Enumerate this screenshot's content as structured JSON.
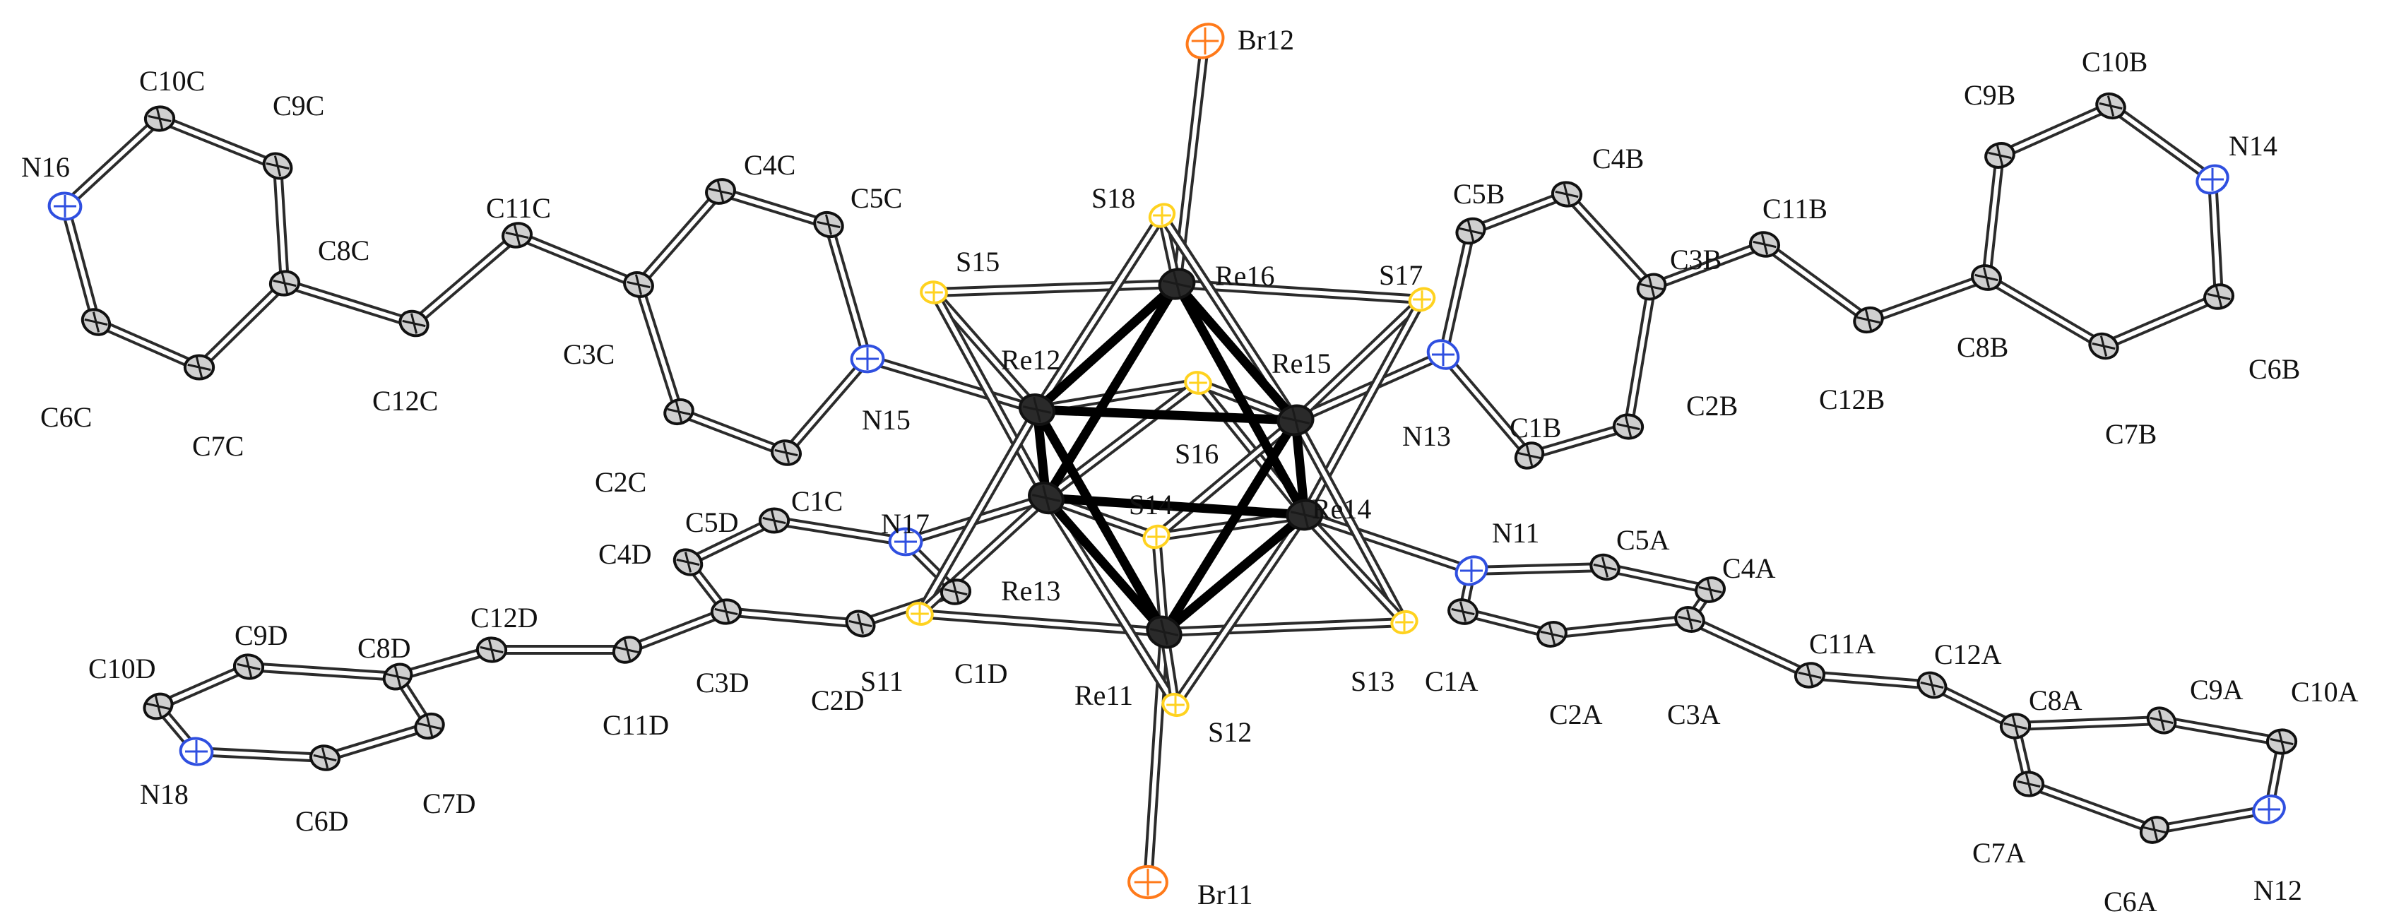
{
  "colors": {
    "carbon": "#cfcfcf",
    "rhenium": "#2a2a2a",
    "sulfur": "#ffd21f",
    "nitrogen": "#2f4fe0",
    "bromine": "#ff7a1a",
    "bond": "#2b2b2b"
  },
  "atoms": [
    {
      "id": "Br12",
      "el": "Br"
    },
    {
      "id": "Br11",
      "el": "Br"
    },
    {
      "id": "S18",
      "el": "S"
    },
    {
      "id": "S15",
      "el": "S"
    },
    {
      "id": "S17",
      "el": "S"
    },
    {
      "id": "S16",
      "el": "S"
    },
    {
      "id": "S14",
      "el": "S"
    },
    {
      "id": "S11",
      "el": "S"
    },
    {
      "id": "S13",
      "el": "S"
    },
    {
      "id": "S12",
      "el": "S"
    },
    {
      "id": "Re16",
      "el": "Re"
    },
    {
      "id": "Re12",
      "el": "Re"
    },
    {
      "id": "Re15",
      "el": "Re"
    },
    {
      "id": "Re13",
      "el": "Re"
    },
    {
      "id": "Re14",
      "el": "Re"
    },
    {
      "id": "Re11",
      "el": "Re"
    },
    {
      "id": "N15",
      "el": "N"
    },
    {
      "id": "N13",
      "el": "N"
    },
    {
      "id": "N17",
      "el": "N"
    },
    {
      "id": "N11",
      "el": "N"
    },
    {
      "id": "N16",
      "el": "N"
    },
    {
      "id": "N14",
      "el": "N"
    },
    {
      "id": "N18",
      "el": "N"
    },
    {
      "id": "N12",
      "el": "N"
    },
    {
      "id": "C1C",
      "el": "C"
    },
    {
      "id": "C2C",
      "el": "C"
    },
    {
      "id": "C3C",
      "el": "C"
    },
    {
      "id": "C4C",
      "el": "C"
    },
    {
      "id": "C5C",
      "el": "C"
    },
    {
      "id": "C11C",
      "el": "C"
    },
    {
      "id": "C12C",
      "el": "C"
    },
    {
      "id": "C8C",
      "el": "C"
    },
    {
      "id": "C9C",
      "el": "C"
    },
    {
      "id": "C10C",
      "el": "C"
    },
    {
      "id": "C6C",
      "el": "C"
    },
    {
      "id": "C7C",
      "el": "C"
    },
    {
      "id": "C1B",
      "el": "C"
    },
    {
      "id": "C2B",
      "el": "C"
    },
    {
      "id": "C3B",
      "el": "C"
    },
    {
      "id": "C4B",
      "el": "C"
    },
    {
      "id": "C5B",
      "el": "C"
    },
    {
      "id": "C11B",
      "el": "C"
    },
    {
      "id": "C12B",
      "el": "C"
    },
    {
      "id": "C8B",
      "el": "C"
    },
    {
      "id": "C9B",
      "el": "C"
    },
    {
      "id": "C10B",
      "el": "C"
    },
    {
      "id": "C6B",
      "el": "C"
    },
    {
      "id": "C7B",
      "el": "C"
    },
    {
      "id": "C1D",
      "el": "C"
    },
    {
      "id": "C2D",
      "el": "C"
    },
    {
      "id": "C3D",
      "el": "C"
    },
    {
      "id": "C4D",
      "el": "C"
    },
    {
      "id": "C5D",
      "el": "C"
    },
    {
      "id": "C11D",
      "el": "C"
    },
    {
      "id": "C12D",
      "el": "C"
    },
    {
      "id": "C8D",
      "el": "C"
    },
    {
      "id": "C9D",
      "el": "C"
    },
    {
      "id": "C10D",
      "el": "C"
    },
    {
      "id": "C6D",
      "el": "C"
    },
    {
      "id": "C7D",
      "el": "C"
    },
    {
      "id": "C1A",
      "el": "C"
    },
    {
      "id": "C2A",
      "el": "C"
    },
    {
      "id": "C3A",
      "el": "C"
    },
    {
      "id": "C4A",
      "el": "C"
    },
    {
      "id": "C5A",
      "el": "C"
    },
    {
      "id": "C11A",
      "el": "C"
    },
    {
      "id": "C12A",
      "el": "C"
    },
    {
      "id": "C8A",
      "el": "C"
    },
    {
      "id": "C9A",
      "el": "C"
    },
    {
      "id": "C10A",
      "el": "C"
    },
    {
      "id": "C6A",
      "el": "C"
    },
    {
      "id": "C7A",
      "el": "C"
    }
  ]
}
